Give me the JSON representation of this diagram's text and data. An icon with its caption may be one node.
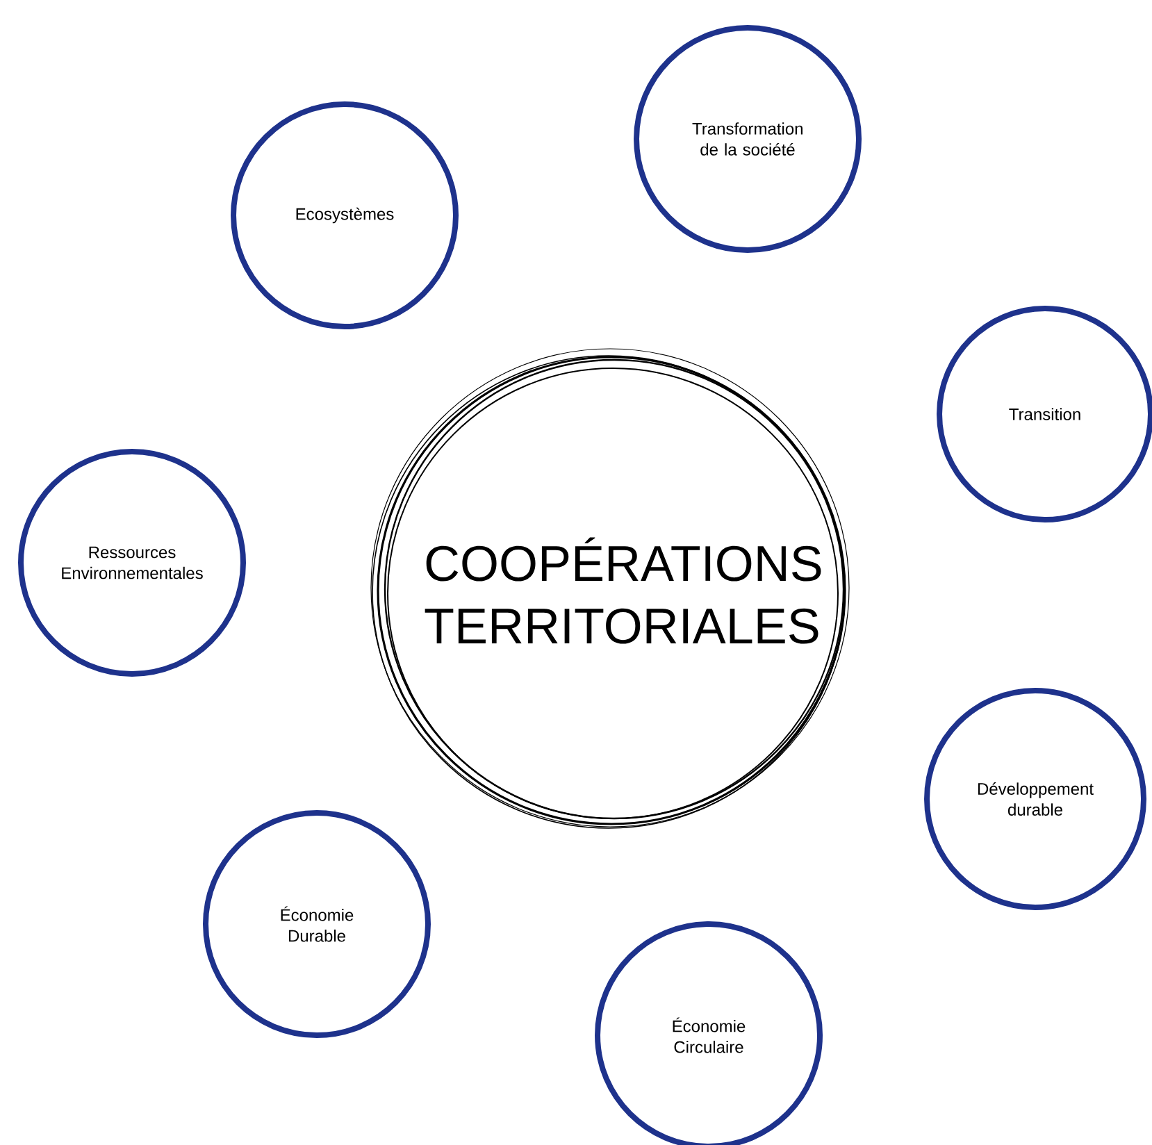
{
  "diagram": {
    "nodes": [
      {
        "text": [
          "COOPÉRATIONS TERRITORIALES"
        ]
      },
      {
        "text": [
          "Transformation de la société"
        ]
      },
      {
        "text": [
          "Ecosystèmes"
        ]
      },
      {
        "text": [
          "Transition"
        ]
      },
      {
        "text": [
          "Ressources Environnementales"
        ]
      },
      {
        "text": [
          "Développement durable"
        ]
      },
      {
        "text": [
          "Économie Durable"
        ]
      },
      {
        "text": [
          "Économie Circulaire"
        ]
      }
    ]
  }
}
